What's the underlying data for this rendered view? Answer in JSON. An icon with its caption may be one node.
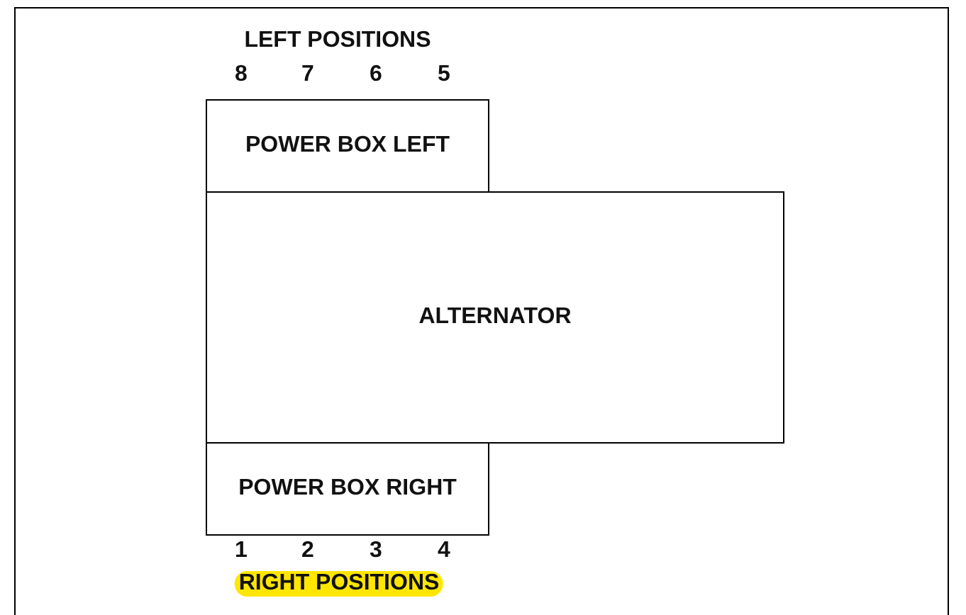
{
  "diagram": {
    "nodes": [
      {
        "text": [
          "POWER BOX LEFT"
        ]
      },
      {
        "text": [
          "ALTERNATOR"
        ]
      },
      {
        "text": [
          "POWER BOX RIGHT"
        ]
      }
    ],
    "labels": [
      "LEFT POSITIONS",
      "8",
      "7",
      "6",
      "5",
      "1",
      "2",
      "3",
      "4",
      "RIGHT POSITIONS"
    ]
  }
}
